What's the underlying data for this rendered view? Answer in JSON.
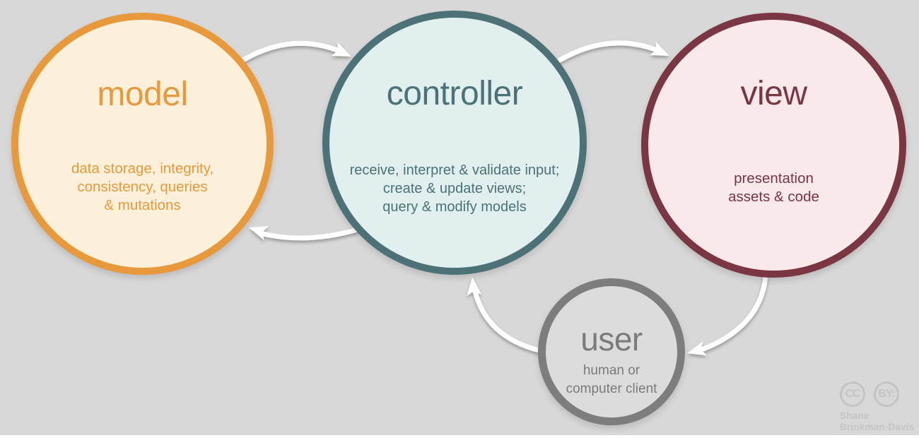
{
  "background": {
    "color": "#D8D8D8",
    "bottom_strip_color": "#FFFFFF"
  },
  "arrow_color": "#FFFFFF",
  "nodes": {
    "model": {
      "title": "model",
      "lines": [
        "data storage, integrity,",
        "consistency, queries",
        "& mutations"
      ],
      "border_color": "#E8993B",
      "fill_color": "#FCF0DB",
      "text_color": "#E8993B"
    },
    "controller": {
      "title": "controller",
      "lines": [
        "receive, interpret & validate input;",
        "create & update views;",
        "query & modify models"
      ],
      "border_color": "#4C7278",
      "fill_color": "#E1F0EE",
      "text_color": "#4C7278"
    },
    "view": {
      "title": "view",
      "lines": [
        "presentation",
        "assets & code"
      ],
      "border_color": "#7A3642",
      "fill_color": "#FAE9EB",
      "text_color": "#7A3642"
    },
    "user": {
      "title": "user",
      "lines": [
        "human or",
        "computer client"
      ],
      "border_color": "#7D7D7D",
      "fill_color": "#DCDCDC",
      "text_color": "#7B7B7B"
    }
  },
  "flows": [
    {
      "from": "model",
      "to": "controller"
    },
    {
      "from": "controller",
      "to": "view"
    },
    {
      "from": "controller",
      "to": "model"
    },
    {
      "from": "user",
      "to": "controller"
    },
    {
      "from": "view",
      "to": "user"
    }
  ],
  "attribution": {
    "badge1": "CC",
    "badge2": "BY:",
    "line1": "Shane",
    "line2": "Brinkman-Davis",
    "color": "#C4C4C4"
  }
}
